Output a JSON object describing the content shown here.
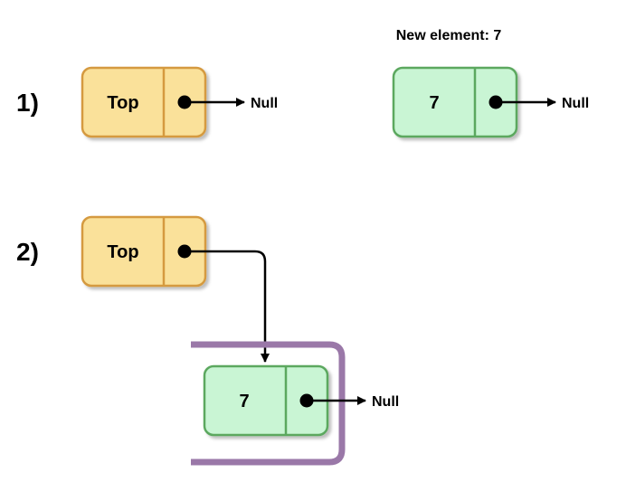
{
  "header": {
    "new_element": "New element: 7"
  },
  "steps": [
    {
      "label": "1)"
    },
    {
      "label": "2)"
    }
  ],
  "nodes": {
    "top_value": "Top",
    "new_value": "7"
  },
  "null_label": "Null",
  "colors": {
    "top_fill": "#fae19a",
    "top_stroke": "#d59a3f",
    "new_fill": "#c9f5d4",
    "new_stroke": "#5ba85f",
    "bracket": "#9a78a8",
    "arrow": "#000000"
  }
}
